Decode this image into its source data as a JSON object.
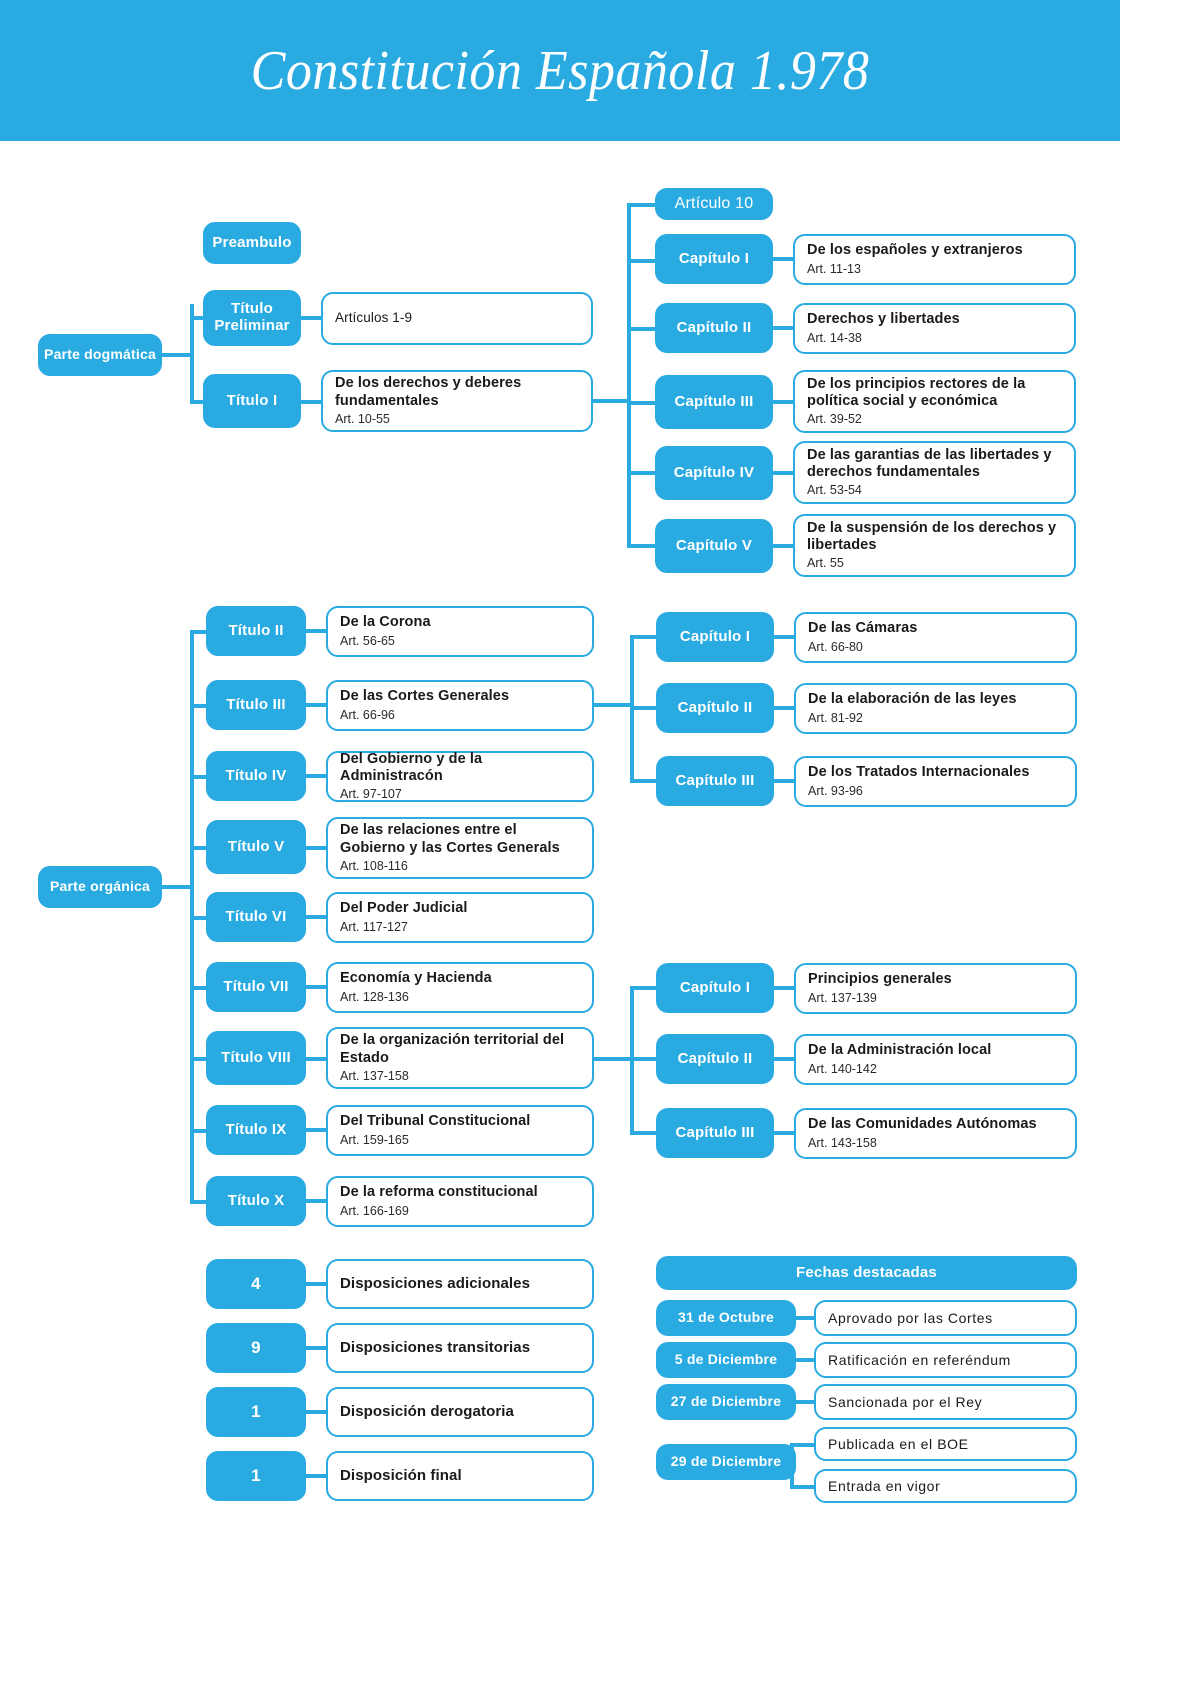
{
  "header": {
    "title": "Constitución Española 1.978"
  },
  "roots": {
    "dogmatica": "Parte dogmática",
    "organica": "Parte orgánica"
  },
  "dogmatica": {
    "preambulo": {
      "label": "Preambulo"
    },
    "titulo_preliminar": {
      "label": "Título\nPreliminar",
      "label_line1": "Título",
      "label_line2": "Preliminar",
      "detail": {
        "title": "Artículos 1-9",
        "sub": ""
      }
    },
    "titulo_i": {
      "label": "Título I",
      "detail": {
        "title": "De los derechos y deberes fundamentales",
        "sub": "Art. 10-55"
      }
    },
    "articulo_10": {
      "label": "Artículo 10"
    },
    "capitulos": [
      {
        "label": "Capítulo I",
        "title": "De los españoles y extranjeros",
        "sub": "Art. 11-13"
      },
      {
        "label": "Capítulo II",
        "title": "Derechos y libertades",
        "sub": "Art. 14-38"
      },
      {
        "label": "Capítulo III",
        "title": "De los principios rectores de la política social y económica",
        "sub": "Art. 39-52"
      },
      {
        "label": "Capítulo IV",
        "title": "De las garantias de las libertades y derechos fundamentales",
        "sub": "Art. 53-54"
      },
      {
        "label": "Capítulo V",
        "title": "De la suspensión de los derechos y libertades",
        "sub": "Art. 55"
      }
    ]
  },
  "organica": {
    "titulos": [
      {
        "label": "Título II",
        "title": "De la Corona",
        "sub": "Art. 56-65"
      },
      {
        "label": "Título III",
        "title": "De las Cortes Generales",
        "sub": "Art. 66-96"
      },
      {
        "label": "Título IV",
        "title": "Del Gobierno y de la Administracón",
        "sub": "Art. 97-107"
      },
      {
        "label": "Título V",
        "title": "De las relaciones entre el Gobierno y las Cortes Generals",
        "sub": "Art. 108-116"
      },
      {
        "label": "Título VI",
        "title": "Del Poder Judicial",
        "sub": "Art. 117-127"
      },
      {
        "label": "Título VII",
        "title": "Economía y Hacienda",
        "sub": "Art. 128-136"
      },
      {
        "label": "Título VIII",
        "title": "De la organización territorial del Estado",
        "sub": "Art. 137-158"
      },
      {
        "label": "Título IX",
        "title": "Del Tribunal Constitucional",
        "sub": "Art. 159-165"
      },
      {
        "label": "Título X",
        "title": "De la reforma constitucional",
        "sub": "Art. 166-169"
      }
    ],
    "capitulos_cortes": [
      {
        "label": "Capítulo I",
        "title": "De las Cámaras",
        "sub": "Art. 66-80"
      },
      {
        "label": "Capítulo II",
        "title": "De la elaboración de las leyes",
        "sub": "Art. 81-92"
      },
      {
        "label": "Capítulo III",
        "title": "De los Tratados Internacionales",
        "sub": "Art. 93-96"
      }
    ],
    "capitulos_territorial": [
      {
        "label": "Capítulo I",
        "title": "Principios generales",
        "sub": "Art. 137-139"
      },
      {
        "label": "Capítulo II",
        "title": "De la Administración local",
        "sub": "Art. 140-142"
      },
      {
        "label": "Capítulo III",
        "title": "De las Comunidades Autónomas",
        "sub": "Art. 143-158"
      }
    ]
  },
  "disposiciones": [
    {
      "count": "4",
      "label": "Disposiciones adicionales"
    },
    {
      "count": "9",
      "label": "Disposiciones transitorias"
    },
    {
      "count": "1",
      "label": "Disposición derogatoria"
    },
    {
      "count": "1",
      "label": "Disposición final"
    }
  ],
  "fechas": {
    "heading": "Fechas destacadas",
    "items": [
      {
        "date": "31 de Octubre",
        "event": "Aprovado por las Cortes"
      },
      {
        "date": "5 de Diciembre",
        "event": "Ratificación en referéndum"
      },
      {
        "date": "27 de Diciembre",
        "event": "Sancionada por el Rey"
      }
    ],
    "last": {
      "date": "29 de Diciembre",
      "event_a": "Publicada en el BOE",
      "event_b": "Entrada en vigor"
    }
  },
  "colors": {
    "brand": "#29ABE2",
    "text": "#1a1a1a",
    "white": "#ffffff"
  }
}
